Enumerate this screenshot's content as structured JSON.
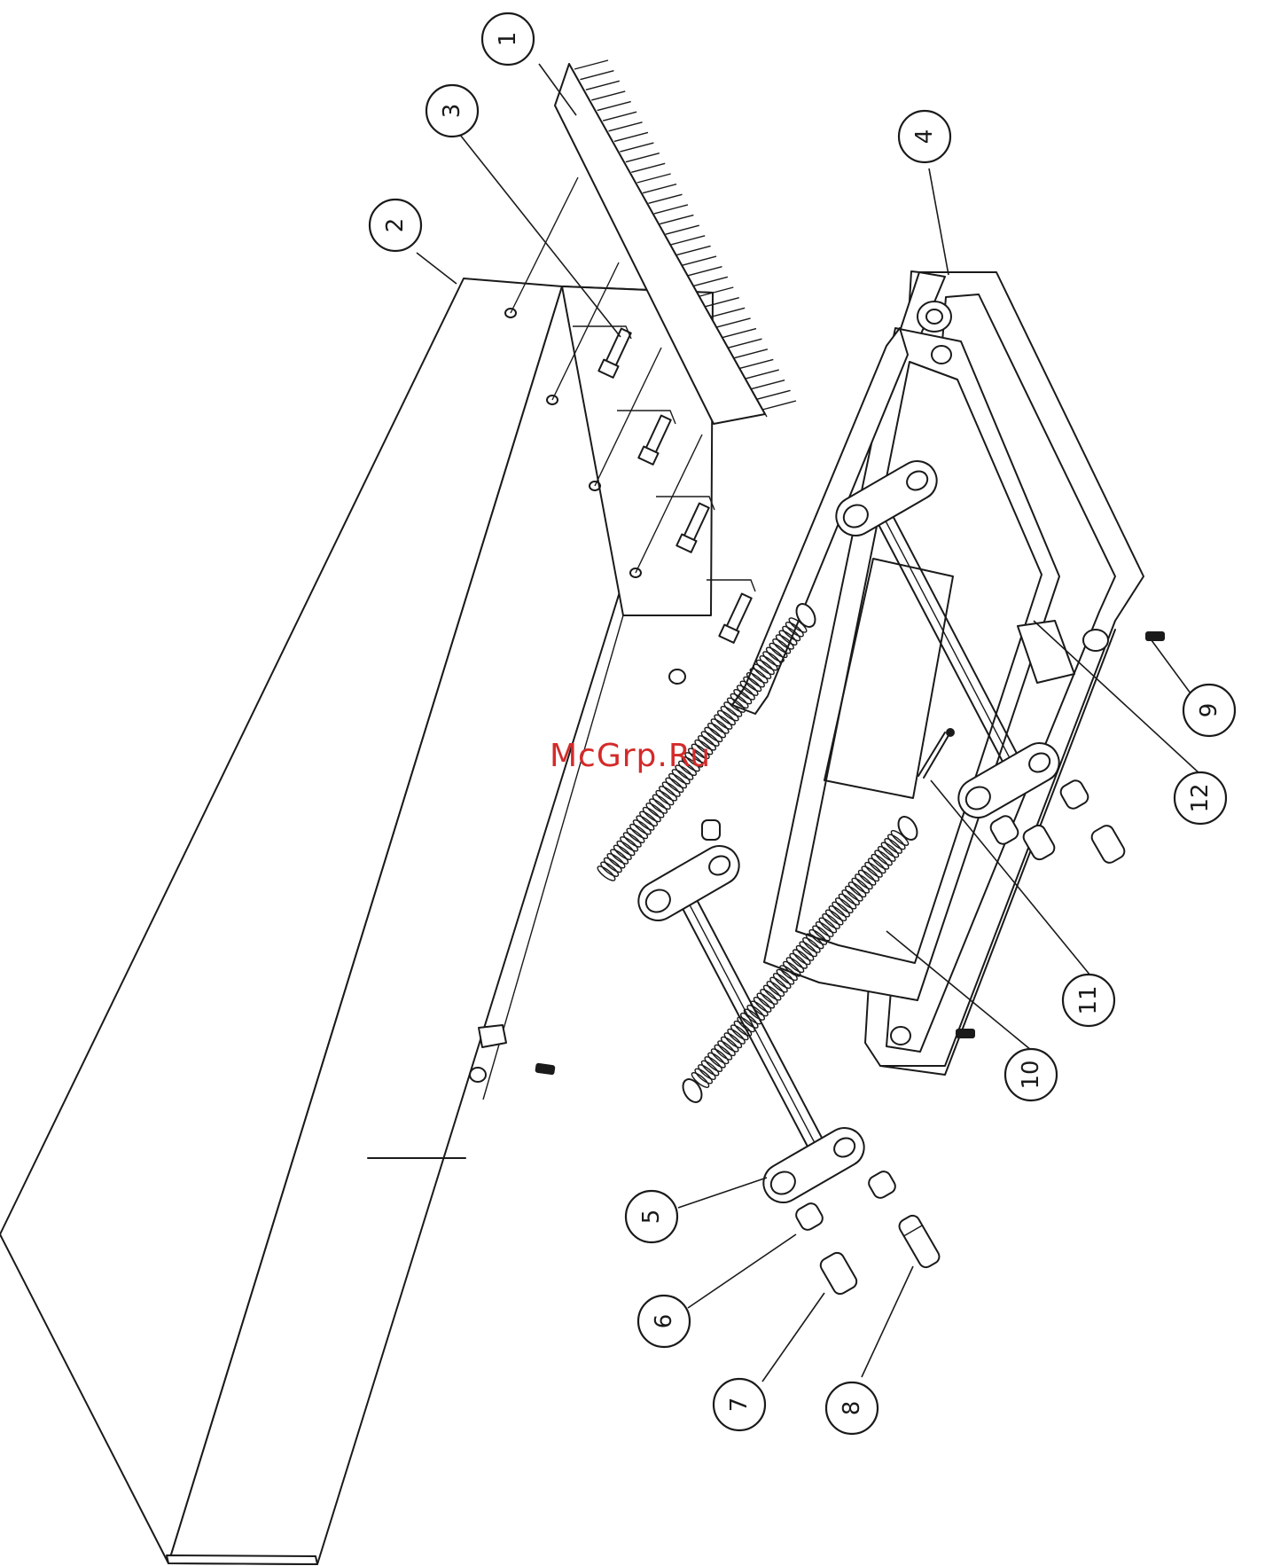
{
  "watermark": "McGrp.Ru",
  "callouts": [
    {
      "id": "c1",
      "label": "1"
    },
    {
      "id": "c2",
      "label": "2"
    },
    {
      "id": "c3",
      "label": "3"
    },
    {
      "id": "c4",
      "label": "4"
    },
    {
      "id": "c5",
      "label": "5"
    },
    {
      "id": "c6",
      "label": "6"
    },
    {
      "id": "c7",
      "label": "7"
    },
    {
      "id": "c8",
      "label": "8"
    },
    {
      "id": "c9",
      "label": "9"
    },
    {
      "id": "c10",
      "label": "10"
    },
    {
      "id": "c11",
      "label": "11"
    },
    {
      "id": "c12",
      "label": "12"
    }
  ]
}
